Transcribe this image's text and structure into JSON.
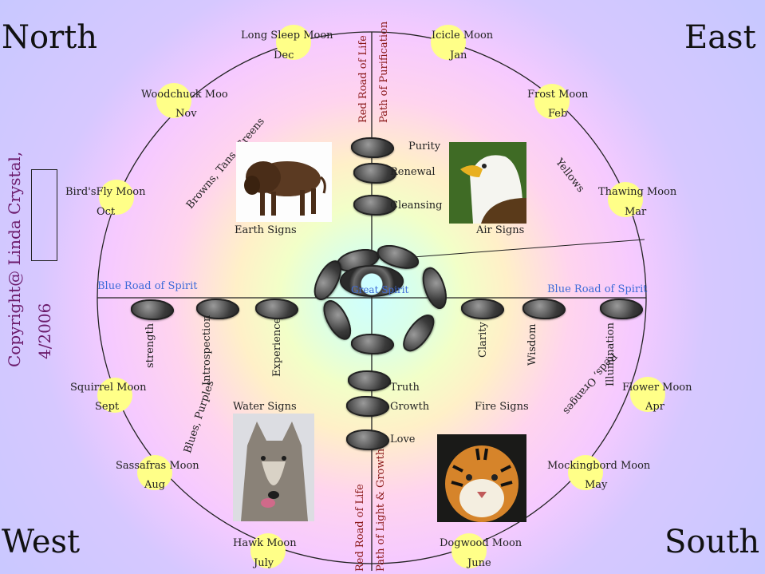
{
  "directions": {
    "north": "North",
    "east": "East",
    "west": "West",
    "south": "South"
  },
  "moons": [
    {
      "name": "Long Sleep Moon",
      "month": "Dec"
    },
    {
      "name": "Icicle Moon",
      "month": "Jan"
    },
    {
      "name": "Woodchuck   Moo",
      "month": "Nov"
    },
    {
      "name": "Frost Moon",
      "month": "Feb"
    },
    {
      "name": "Bird'sFly  Moon",
      "month": "Oct"
    },
    {
      "name": "Thawing Moon",
      "month": "Mar"
    },
    {
      "name": "Squirrel Moon",
      "month": "Sept"
    },
    {
      "name": "Flower Moon",
      "month": "Apr"
    },
    {
      "name": "Sassafras Moon",
      "month": "Aug"
    },
    {
      "name": "Mockingbord Moon",
      "month": "May"
    },
    {
      "name": "Hawk Moon",
      "month": "July"
    },
    {
      "name": "Dogwood Moon",
      "month": "June"
    }
  ],
  "roads": {
    "north_red": "Red Road of Life",
    "north_path": "Path of Purification",
    "south_red": "Red Road of Life",
    "south_path": "Path of Light & Growth",
    "west_blue": "Blue Road of Spirit",
    "east_blue": "Blue Road of Spirit"
  },
  "center_label": "Great Spirit",
  "north_stones": [
    "Purity",
    "Renewal",
    "Cleansing"
  ],
  "south_stones": [
    "Truth",
    "Growth",
    "Love"
  ],
  "west_stones": [
    "strength",
    "Introspection",
    "Experience"
  ],
  "east_stones": [
    "Clarity",
    "Wisdom",
    "Illumination"
  ],
  "colors_text": {
    "north_west": "Browns, Tans, Greens",
    "north_east": "Yellows",
    "south_west": "Blues, Purples",
    "south_east": "Reds, Oranges"
  },
  "signs": {
    "earth": "Earth Signs",
    "air": "Air Signs",
    "water": "Water Signs",
    "fire": "Fire Signs"
  },
  "animals": [
    "buffalo-image",
    "eagle-image",
    "wolf-image",
    "tiger-image"
  ],
  "copyright": {
    "line1": "Copyright@ Linda Crystal,",
    "line2": "4/2006"
  },
  "colors": {
    "moon": "#ffff88",
    "blue_road": "#3d6bd8",
    "red_road": "#8b1a1a",
    "copyright": "#6b1a6b"
  }
}
